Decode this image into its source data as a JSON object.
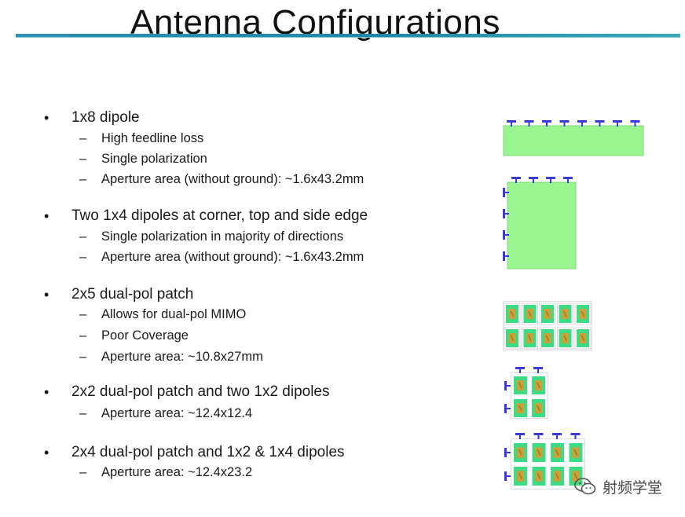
{
  "title": "Antenna Configurations",
  "items": [
    {
      "text": "1x8 dipole",
      "sub": [
        "High feedline loss",
        "Single polarization",
        "Aperture area (without ground): ~1.6x43.2mm"
      ]
    },
    {
      "text": "Two 1x4 dipoles at corner, top and side edge",
      "sub": [
        "Single polarization in majority of directions",
        "Aperture area (without ground): ~1.6x43.2mm"
      ]
    },
    {
      "text": "2x5 dual-pol patch",
      "sub": [
        "Allows for dual-pol MIMO",
        "Poor Coverage",
        "Aperture area: ~10.8x27mm"
      ]
    },
    {
      "text": "2x2 dual-pol patch and two 1x2 dipoles",
      "sub": [
        "Aperture area: ~12.4x12.4"
      ]
    },
    {
      "text": "2x4 dual-pol patch and 1x2 & 1x4 dipoles",
      "sub": [
        "Aperture area: ~12.4x23.2"
      ]
    }
  ],
  "watermark": {
    "text": "射频学堂",
    "icon": "wechat-icon"
  },
  "colors": {
    "board": "#99f58f",
    "dipole": "#3a3ad8",
    "patch": "#c9a13a",
    "patch_surround": "#3ddc84",
    "rule": "#1f88a8"
  }
}
